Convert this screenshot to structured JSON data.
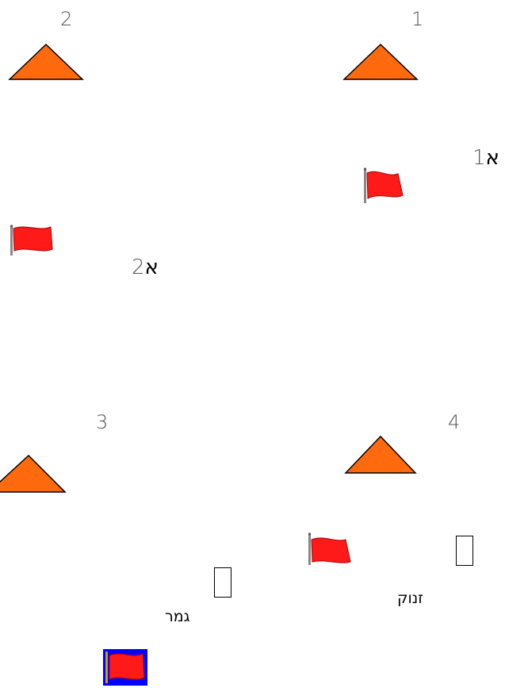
{
  "buoys": [
    {
      "number": "2"
    },
    {
      "number": "1"
    },
    {
      "number": "3"
    },
    {
      "number": "4"
    }
  ],
  "marks": [
    {
      "letter": "א",
      "digit": "1"
    },
    {
      "letter": "א",
      "digit": "2"
    }
  ],
  "labels": {
    "start": "זנוק",
    "finish": "גמר"
  },
  "colors": {
    "buoy_fill": "#ff6a0e",
    "buoy_stroke": "#000000",
    "flag_red": "#ff1a1a",
    "flag_blue_bg": "#0000ff",
    "pole": "#888888"
  },
  "icons": [
    "triangle-buoy-icon",
    "red-flag-icon",
    "finish-flag-icon",
    "rectangle-mark-icon"
  ]
}
